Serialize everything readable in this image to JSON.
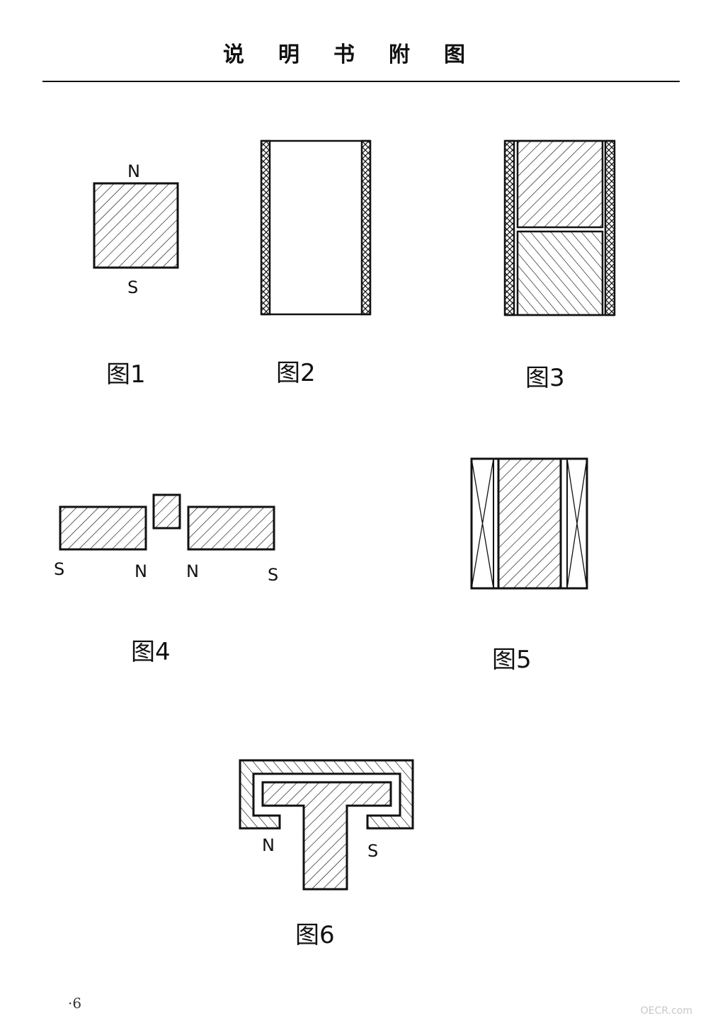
{
  "header": {
    "title": "说明书附图"
  },
  "figures": {
    "fig1": {
      "caption": "图1",
      "pole_top": "N",
      "pole_bottom": "S"
    },
    "fig2": {
      "caption": "图2"
    },
    "fig3": {
      "caption": "图3"
    },
    "fig4": {
      "caption": "图4",
      "poles": [
        "S",
        "N",
        "N",
        "S"
      ]
    },
    "fig5": {
      "caption": "图5"
    },
    "fig6": {
      "caption": "图6",
      "pole_left": "N",
      "pole_right": "S"
    }
  },
  "footer": {
    "page_number": "·6",
    "watermark": "OECR.com"
  }
}
